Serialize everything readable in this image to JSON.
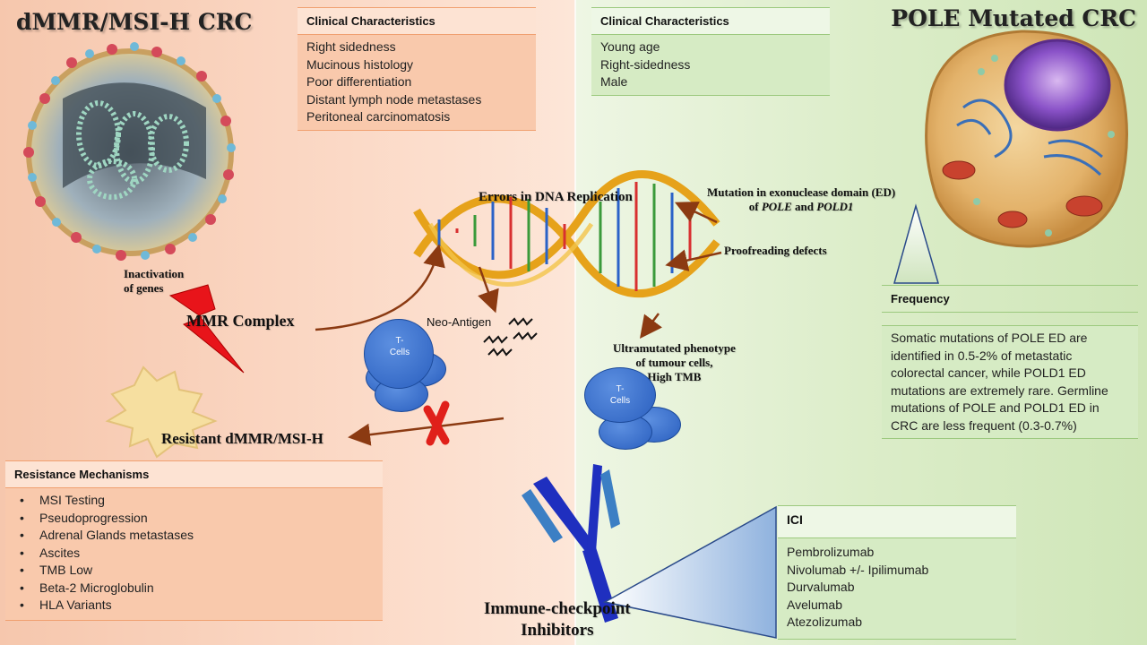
{
  "left_title": "dMMR/MSI-H CRC",
  "right_title": "POLE Mutated CRC",
  "left_clinical": {
    "header": "Clinical Characteristics",
    "items": [
      "Right sidedness",
      "Mucinous histology",
      "Poor differentiation",
      "Distant lymph node metastases",
      "Peritoneal carcinomatosis"
    ]
  },
  "right_clinical": {
    "header": "Clinical Characteristics",
    "items": [
      "Young age",
      "Right-sidedness",
      "Male"
    ]
  },
  "center": {
    "errors": "Errors in DNA Replication",
    "mutation_line1": "Mutation in exonuclease domain (ED)",
    "mutation_of": "of",
    "pole": "POLE",
    "and": "and",
    "pold1": "POLD1",
    "proofreading": "Proofreading defects",
    "inactivation_line1": "Inactivation",
    "inactivation_line2": "of genes",
    "mmr": "MMR Complex",
    "neo": "Neo-Antigen",
    "ultra_line1": "Ultramutated phenotype",
    "ultra_line2": "of tumour cells,",
    "ultra_line3": "High TMB",
    "tcell_line1": "T-",
    "tcell_line2": "Cells",
    "resistant": "Resistant dMMR/MSI-H",
    "ici_line1": "Immune-checkpoint",
    "ici_line2": "Inhibitors"
  },
  "frequency": {
    "header": "Frequency",
    "text": "Somatic mutations of POLE ED are identified in 0.5-2% of metastatic colorectal cancer, while POLD1 ED mutations are extremely rare. Germline mutations of POLE and POLD1 ED in CRC are less frequent (0.3-0.7%)"
  },
  "resistance": {
    "header": "Resistance Mechanisms",
    "items": [
      "MSI Testing",
      "Pseudoprogression",
      "Adrenal Glands metastases",
      "Ascites",
      "TMB Low",
      "Beta-2 Microglobulin",
      "HLA Variants"
    ]
  },
  "ici": {
    "header": "ICI",
    "items": [
      "Pembrolizumab",
      "Nivolumab +/- Ipilimumab",
      "Durvalumab",
      "Avelumab",
      "Atezolizumab"
    ]
  },
  "colors": {
    "peach": "#f9c9ac",
    "green": "#d6ebc4",
    "arrow": "#8b3a12",
    "antibody": "#1f2fbf",
    "cross": "#e0201a",
    "lightning": "#e8141a"
  }
}
